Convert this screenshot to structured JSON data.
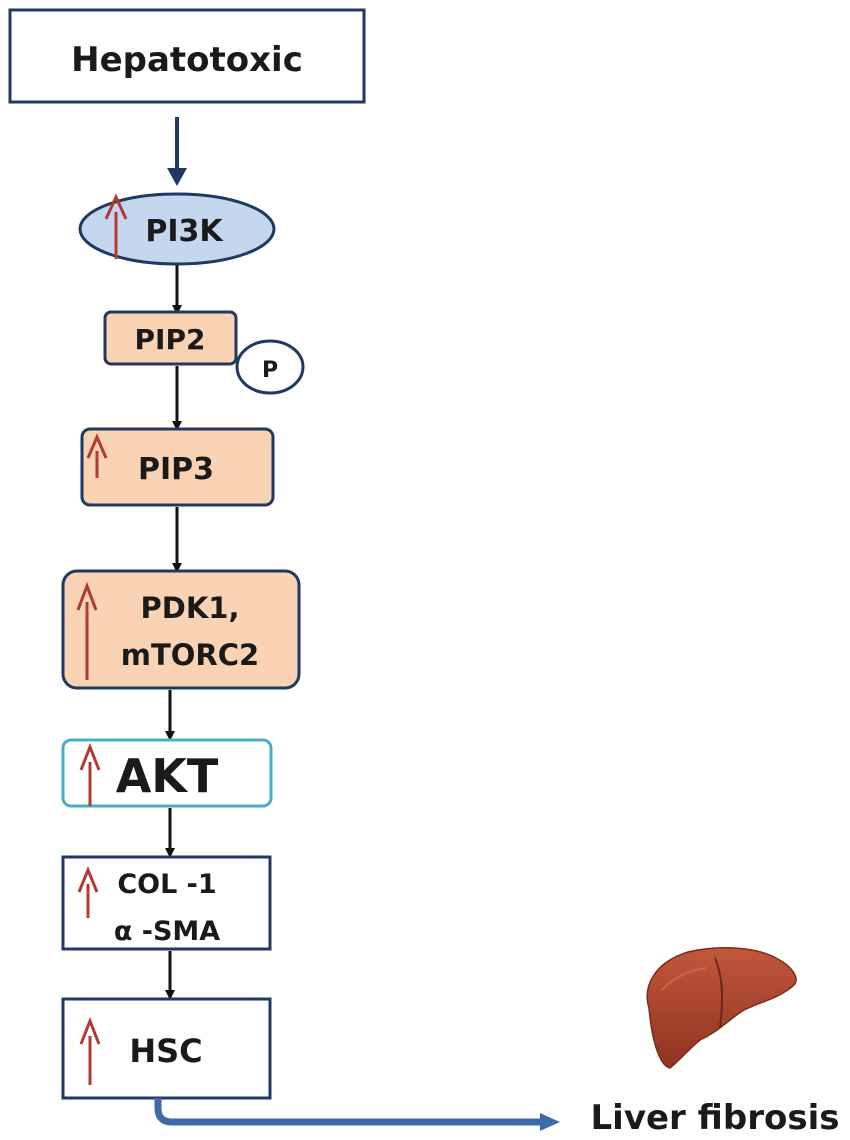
{
  "nodes": {
    "hepatotoxic": "Hepatotoxic",
    "pi3k": "PI3K",
    "pip2": "PIP2",
    "phosphate": "P",
    "pip3": "PIP3",
    "pdk1_line1": "PDK1,",
    "pdk1_line2": "mTORC2",
    "akt": "AKT",
    "col_line1": "COL -1",
    "col_line2": "α -SMA",
    "hsc": "HSC"
  },
  "outcome": {
    "label": "Liver fibrosis"
  },
  "colors": {
    "border_dark_blue": "#1f3864",
    "border_mid_blue": "#2f4f8a",
    "ellipse_fill": "#c5d7ee",
    "box_fill_peach": "#f9d3b3",
    "akt_border_teal": "#4bacc6",
    "up_arrow_red": "#b23a34",
    "main_arrow_blue": "#1f3864",
    "outcome_arrow_blue": "#3d6aa8",
    "liver": "#a5422c"
  },
  "icons": {
    "up_arrow": "up-arrow-icon",
    "liver": "liver-icon"
  }
}
